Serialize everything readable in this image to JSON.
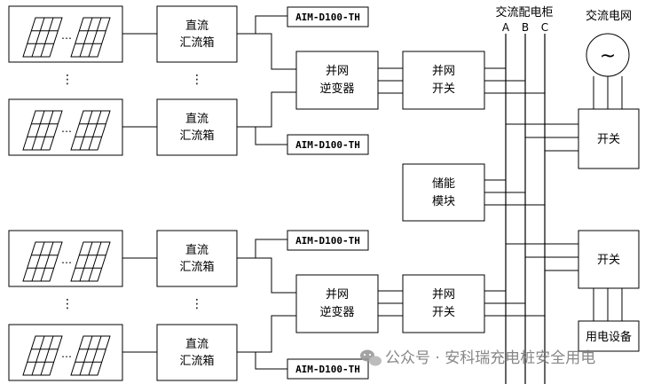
{
  "labels": {
    "combiner": [
      "直流",
      "汇流箱"
    ],
    "inverter": [
      "并网",
      "逆变器"
    ],
    "grid_switch": [
      "并网",
      "开关"
    ],
    "monitor": "AIM-D100-TH",
    "ac_cabinet": "交流配电柜",
    "bus_phases": [
      "A",
      "B",
      "C"
    ],
    "ac_grid": "交流电网",
    "switch": "开关",
    "storage": [
      "储能",
      "模块"
    ],
    "load": "用电设备",
    "ellipsis": "⋮",
    "panel_dots": "…",
    "tilde": "~"
  },
  "watermark": "公众号 · 安科瑞充电桩安全用电",
  "colors": {
    "line": "#000000",
    "watermark": "#7a7a7a"
  }
}
